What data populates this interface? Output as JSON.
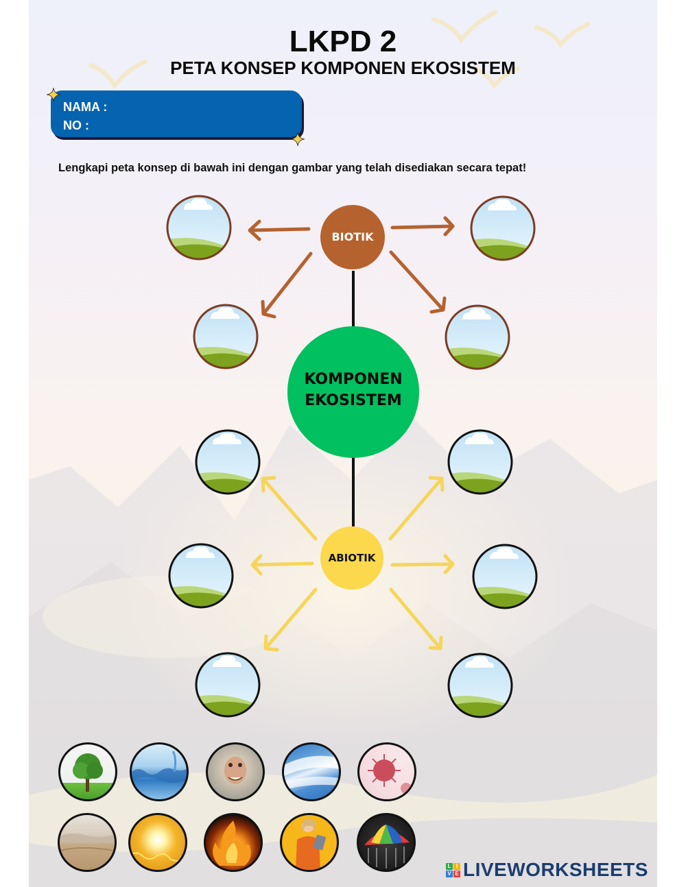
{
  "header": {
    "title": "LKPD 2",
    "subtitle": "PETA KONSEP KOMPONEN EKOSISTEM"
  },
  "identity": {
    "name_label": "NAMA :",
    "number_label": "NO      :"
  },
  "instruction": "Lengkapi peta konsep di bawah ini dengan gambar yang telah disediakan secara tepat!",
  "concept_map": {
    "center": {
      "label_line1": "KOMPONEN",
      "label_line2": "EKOSISTEM",
      "color": "#00c05f"
    },
    "biotic": {
      "label": "BIOTIK",
      "color": "#b5622f",
      "slot_count": 4
    },
    "abiotic": {
      "label": "ABIOTIK",
      "color": "#fcd84c",
      "slot_count": 6
    },
    "slot_icon": "landscape-placeholder-icon"
  },
  "answer_bank": [
    {
      "name": "tree",
      "icon": "tree-image"
    },
    {
      "name": "water",
      "icon": "water-splash-image"
    },
    {
      "name": "monkey",
      "icon": "monkey-image"
    },
    {
      "name": "sky-clouds",
      "icon": "sky-clouds-image"
    },
    {
      "name": "virus",
      "icon": "virus-image"
    },
    {
      "name": "desert-soil",
      "icon": "desert-image"
    },
    {
      "name": "sun",
      "icon": "sun-image"
    },
    {
      "name": "fire",
      "icon": "fire-image"
    },
    {
      "name": "human",
      "icon": "woman-with-tablet-image"
    },
    {
      "name": "rain",
      "icon": "umbrella-rain-image"
    }
  ],
  "branding": {
    "logo_text": "LIVEWORKSHEETS",
    "logo_mark": [
      "L",
      "I",
      "V",
      "E"
    ],
    "logo_mark_colors": [
      "#2aa84a",
      "#f5b400",
      "#2d7fd3",
      "#e2413b"
    ]
  }
}
